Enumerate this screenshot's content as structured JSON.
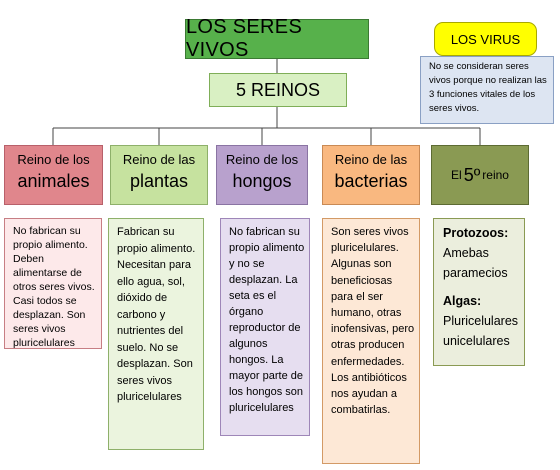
{
  "title": "LOS SERES VIVOS",
  "reinos": "5 REINOS",
  "virus": {
    "label": "LOS VIRUS",
    "note": "No se consideran seres vivos porque no realizan las 3 funciones vitales de los seres vivos."
  },
  "kingdoms": [
    {
      "small": "Reino de los",
      "big": "animales",
      "desc": "No fabrican su propio alimento. Deben alimentarse de otros seres vivos. Casi todos se desplazan. Son seres  vivos pluricelulares"
    },
    {
      "small": "Reino de las",
      "big": "plantas",
      "desc": "Fabrican su propio alimento. Necesitan para ello agua, sol, dióxido de carbono y nutrientes del suelo. No se desplazan. Son seres vivos pluricelulares"
    },
    {
      "small": "Reino de los",
      "big": "hongos",
      "desc": "No fabrican su propio alimento y no se desplazan. La seta es el órgano reproductor de algunos hongos. La mayor parte de los hongos son pluricelulares"
    },
    {
      "small": "Reino de las",
      "big": "bacterias",
      "desc": "Son  seres vivos pluricelulares. Algunas son beneficiosas para el ser humano, otras inofensivas, pero otras producen enfermedades. Los antibióticos nos ayudan a combatirlas."
    }
  ],
  "quinto": {
    "pre": "El",
    "big": "5º",
    "post": "reino",
    "protozoos_label": "Protozoos:",
    "protozoos_text": "Amebas paramecios",
    "algas_label": "Algas:",
    "algas_text": "Pluricelulares unicelulares"
  },
  "colors": {
    "title": "#57b14b",
    "reinos": "#d9f0c3",
    "virus": "#ffff00",
    "animales": "#e0868c",
    "plantas": "#c6e29f",
    "hongos": "#b8a1cd",
    "bacterias": "#f9b880",
    "quinto": "#8a9a53"
  }
}
